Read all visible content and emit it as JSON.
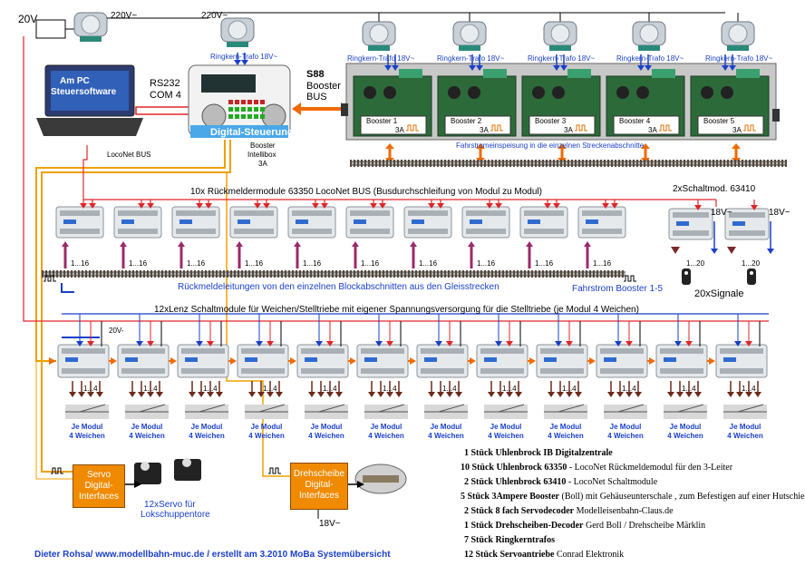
{
  "labels": {
    "v20": "20V",
    "v220_top_left": "220V~",
    "v220_top_mid": "220V~",
    "trafo_main": "Ringkern-Trafo 18V~",
    "trafo_booster": "Ringkern-Trafo 18V~",
    "pc_line1": "Am PC",
    "pc_line2": "Steuersoftware",
    "rs232": "RS232",
    "com4": "COM 4",
    "s88": "S88",
    "booster_bus_1": "Booster",
    "booster_bus_2": "BUS",
    "digital_steuerung": "Digital-Steuerung",
    "booster_intellibox_1": "Booster",
    "booster_intellibox_2": "Intellibox",
    "booster_intellibox_3": "3A",
    "loconet_bus": "LocoNet BUS",
    "fahrstrom_einspeisung": "Fahrstromeinspeisung in die einzelnen Streckenabschnitte",
    "rueckmelder_title": "10x Rückmeldermodule 63350 LocoNet BUS (Busdurchschleifung von Modul zu Modul)",
    "schaltmod_title": "2xSchaltmod. 63410",
    "v18_a": "18V~",
    "v18_b": "18V~",
    "range_116": "1...16",
    "range_120": "1...20",
    "signale": "20xSignale",
    "rueckmelde_leitungen": "Rückmeldeleitungen von den einzelnen Blockabschnitten aus den Gleisstrecken",
    "fahrstrom_booster": "Fahrstrom Booster 1-5",
    "lenz_title": "12xLenz Schaltmodule für Weichen/Stelltriebe mit eigener Spannungsversorgung für die Stelltriebe (je Modul 4 Weichen)",
    "v20_lenz": "20V-",
    "range_14": "1...4",
    "je_modul": "Je Modul",
    "vier_weichen": "4 Weichen",
    "servo_interfaces": "Servo\nDigital-\nInterfaces",
    "servo_line1": "Servo",
    "servo_line2": "Digital-",
    "servo_line3": "Interfaces",
    "servo_count_1": "12xServo für",
    "servo_count_2": "Lokschuppentore",
    "dreh_line1": "Drehscheibe",
    "dreh_line2": "Digital-",
    "dreh_line3": "Interfaces",
    "v18_dreh": "18V~",
    "footer": "Dieter Rohsa/ www.modellbahn-muc.de / erstellt am 3.2010  MoBa Systemübersicht"
  },
  "boosters": [
    {
      "name": "Booster 1",
      "amps": "3A"
    },
    {
      "name": "Booster 2",
      "amps": "3A"
    },
    {
      "name": "Booster 3",
      "amps": "3A"
    },
    {
      "name": "Booster 4",
      "amps": "3A"
    },
    {
      "name": "Booster 5",
      "amps": "3A"
    }
  ],
  "legend": [
    {
      "qty": "1 Stück Uhlenbrock IB Digitalzentrale",
      "rest": ""
    },
    {
      "qty": "10 Stück Uhlenbrock 63350",
      "rest": " - LocoNet Rückmeldemodul für den 3-Leiter"
    },
    {
      "qty": "2 Stück Uhlenbrock 63410",
      "rest": " - LocoNet Schaltmodule"
    },
    {
      "qty": "5 Stück 3Ampere Booster",
      "rest": " (Boll) mit Gehäuseunterschale , zum Befestigen auf einer Hutschiene"
    },
    {
      "qty": "2 Stück 8 fach Servodecoder",
      "rest": " Modelleisenbahn-Claus.de"
    },
    {
      "qty": "1 Stück Drehscheiben-Decoder",
      "rest": " Gerd Boll / Drehscheibe Märklin"
    },
    {
      "qty": "7 Stück Ringkerntrafos",
      "rest": ""
    },
    {
      "qty": "12 Stück Servoantriebe",
      "rest": " Conrad Elektronik"
    }
  ],
  "colors": {
    "wire_red": "#e0262a",
    "wire_blue": "#1a3fc8",
    "bus_orange": "#f0a000",
    "arrow_orange": "#f06a00",
    "purple": "#9b2a6a"
  }
}
